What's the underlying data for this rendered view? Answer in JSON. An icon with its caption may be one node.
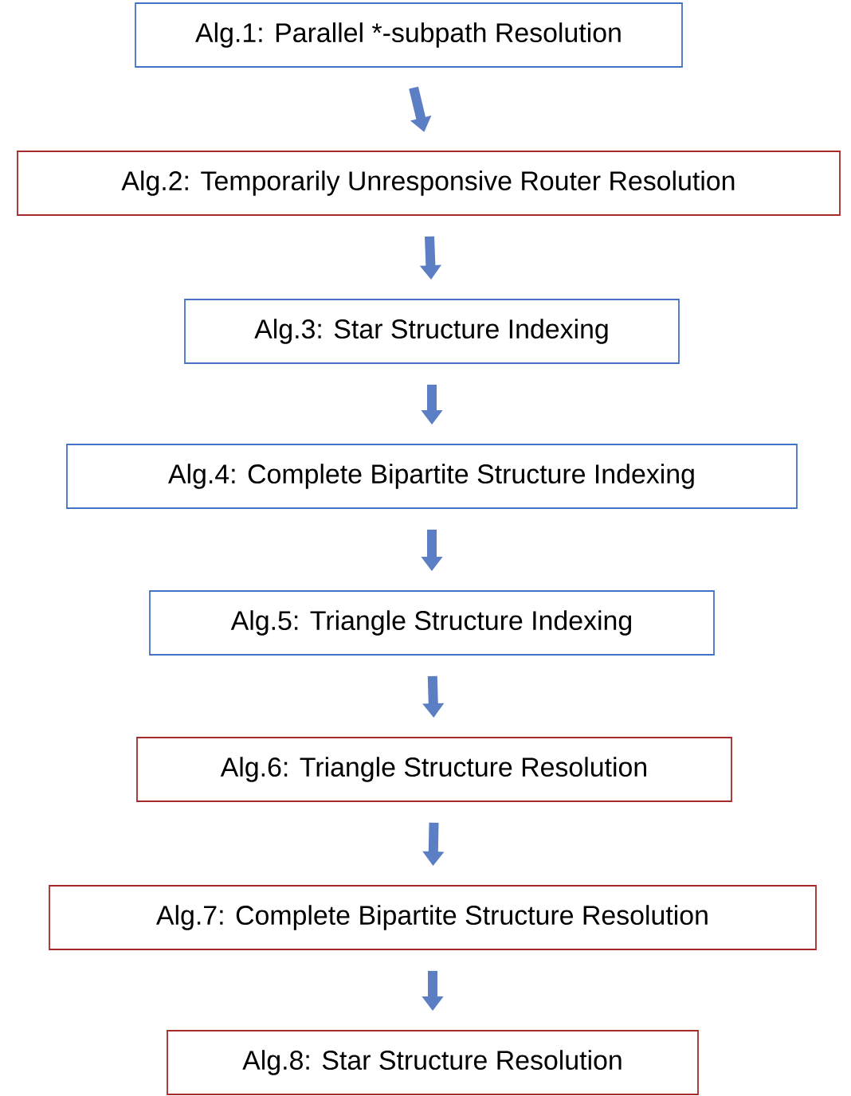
{
  "diagram": {
    "nodes": [
      {
        "text": [
          "Alg.1: Parallel *-subpath Resolution"
        ]
      },
      {
        "text": [
          "Alg.2: Temporarily Unresponsive Router Resolution"
        ]
      },
      {
        "text": [
          "Alg.3: Star Structure Indexing"
        ]
      },
      {
        "text": [
          "Alg.4: Complete Bipartite Structure Indexing"
        ]
      },
      {
        "text": [
          "Alg.5: Triangle Structure Indexing"
        ]
      },
      {
        "text": [
          "Alg.6: Triangle Structure Resolution"
        ]
      },
      {
        "text": [
          "Alg.7: Complete Bipartite Structure Resolution"
        ]
      },
      {
        "text": [
          "Alg.8: Star Structure Resolution"
        ]
      }
    ],
    "edges": [
      {
        "from": 0,
        "to": 1,
        "arrow": "to"
      },
      {
        "from": 1,
        "to": 2,
        "arrow": "to"
      },
      {
        "from": 2,
        "to": 3,
        "arrow": "to"
      },
      {
        "from": 3,
        "to": 4,
        "arrow": "to"
      },
      {
        "from": 4,
        "to": 5,
        "arrow": "to"
      },
      {
        "from": 5,
        "to": 6,
        "arrow": "to"
      },
      {
        "from": 6,
        "to": 7,
        "arrow": "to"
      }
    ]
  }
}
